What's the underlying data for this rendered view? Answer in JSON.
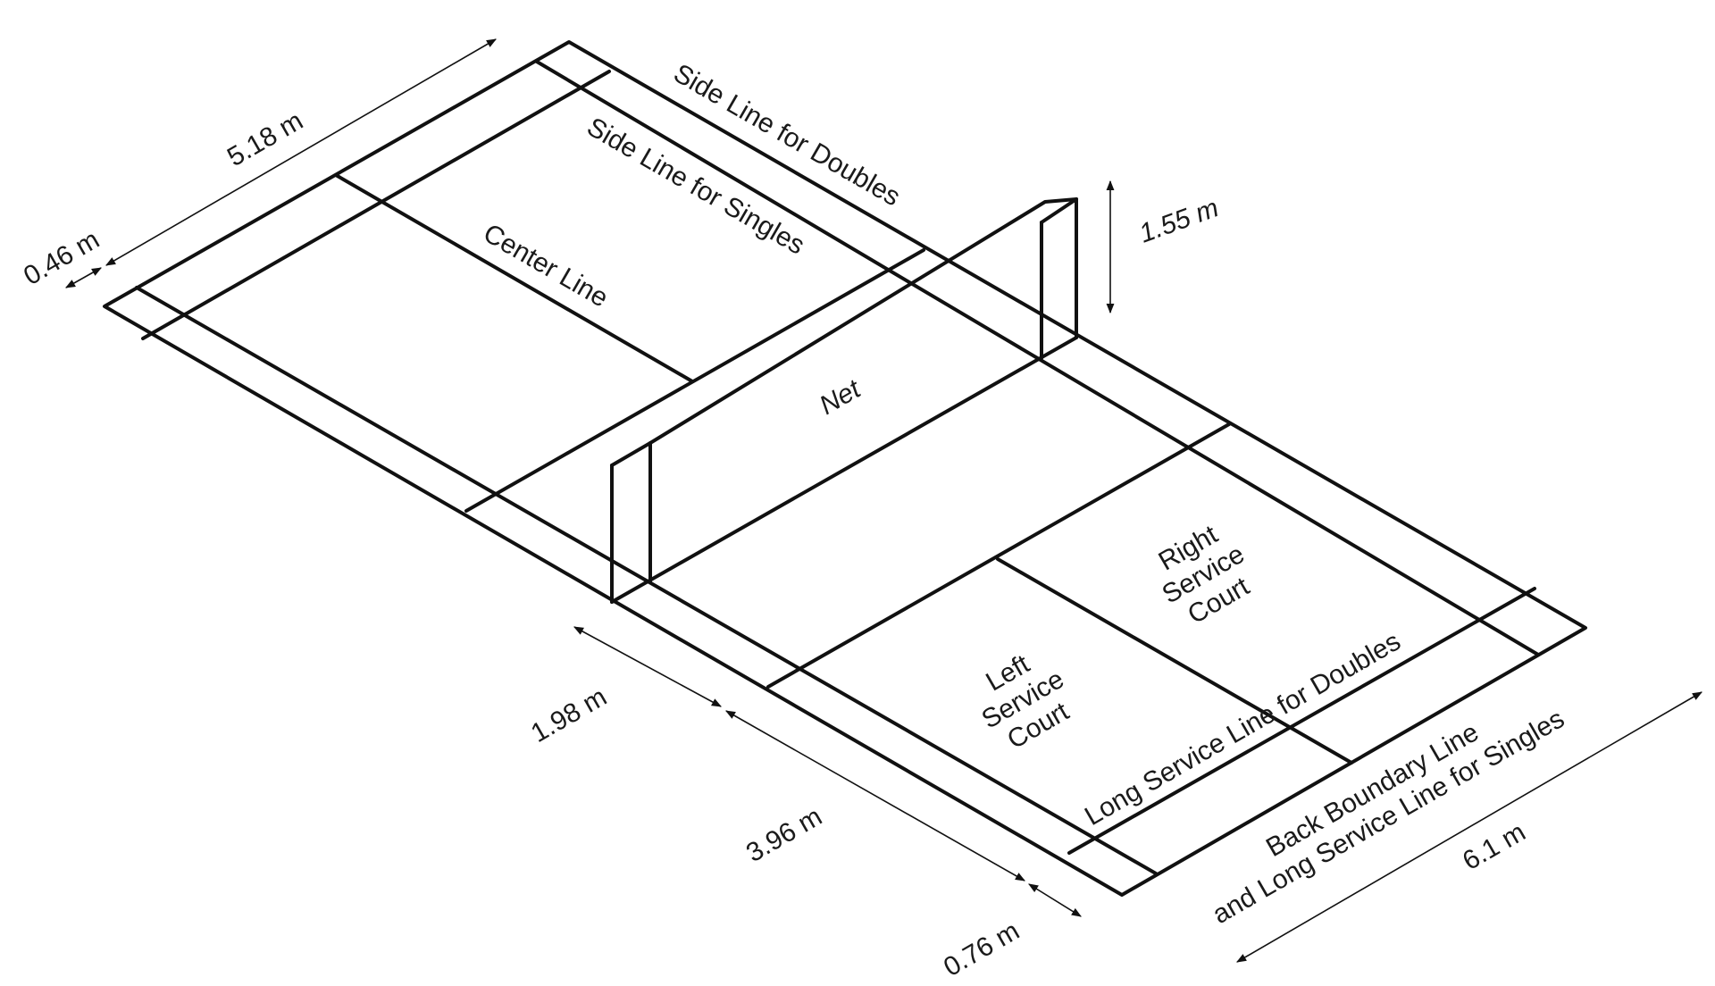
{
  "title": "Badminton court dimensions diagram",
  "colors": {
    "line": "#111111",
    "background": "#ffffff"
  },
  "labels": {
    "side_line_doubles": "Side Line for Doubles",
    "side_line_singles": "Side Line for Singles",
    "center_line": "Center Line",
    "net": "Net",
    "right_service_court": [
      "Right",
      "Service",
      "Court"
    ],
    "left_service_court": [
      "Left",
      "Service",
      "Court"
    ],
    "long_service_line_doubles": "Long Service Line for Doubles",
    "back_boundary_line_1": "Back Boundary Line",
    "back_boundary_line_2": "and Long Service Line for Singles"
  },
  "dimensions": {
    "d_518": "5.18 m",
    "d_046": "0.46 m",
    "d_155": "1.55 m",
    "d_198": "1.98 m",
    "d_396": "3.96 m",
    "d_076": "0.76 m",
    "d_61": "6.1 m"
  }
}
